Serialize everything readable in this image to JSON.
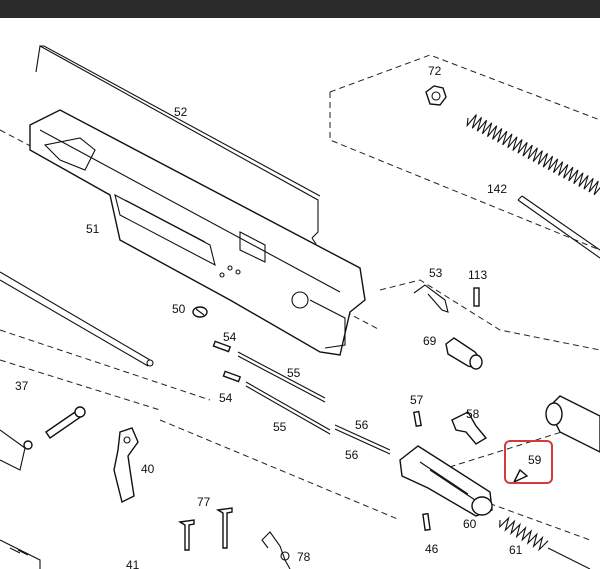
{
  "colors": {
    "highlight": "#d33a3a",
    "line": "#111111",
    "topbar": "#2b2b2b"
  },
  "callouts": {
    "p72": "72",
    "p52": "52",
    "p142": "142",
    "p51": "51",
    "p53": "53",
    "p113": "113",
    "p50": "50",
    "p69": "69",
    "p54a": "54",
    "p55a": "55",
    "p37": "37",
    "p54b": "54",
    "p55b": "55",
    "p57": "57",
    "p58": "58",
    "p56a": "56",
    "p56b": "56",
    "p59": "59",
    "p40": "40",
    "p77": "77",
    "p78": "78",
    "p60": "60",
    "p46": "46",
    "p61": "61",
    "p41": "41"
  },
  "highlighted_part": "59"
}
